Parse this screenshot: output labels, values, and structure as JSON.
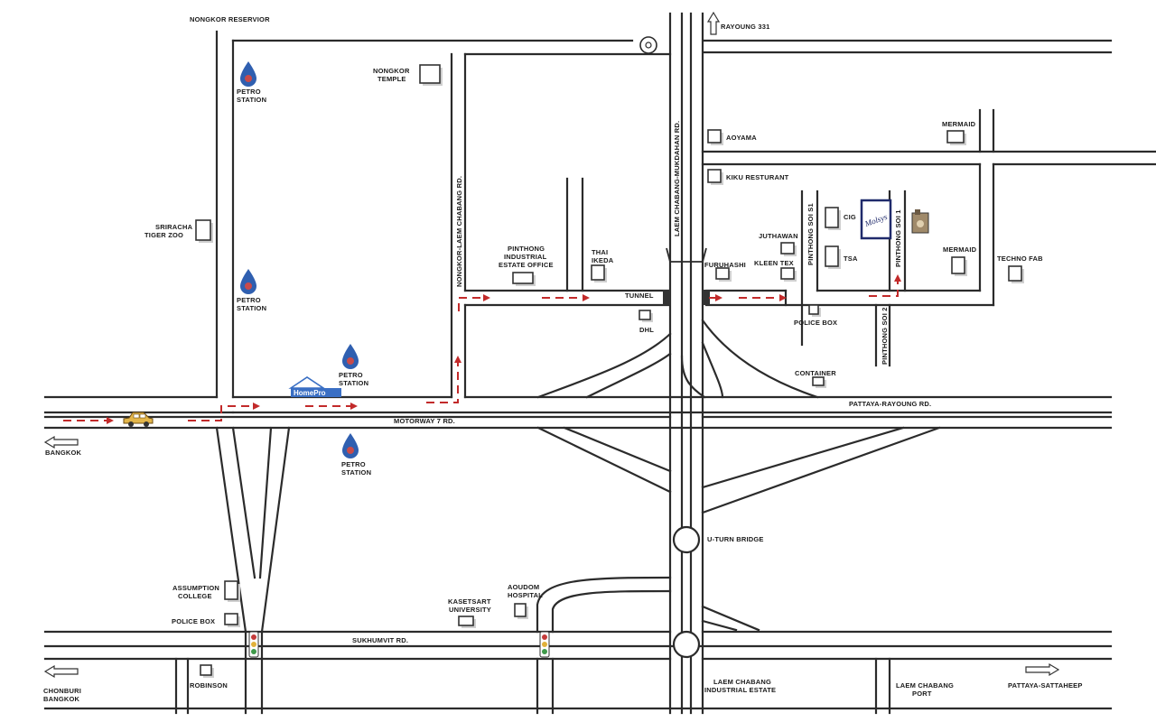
{
  "labels": {
    "nongkor_reservoir": "NONGKOR RESERVIOR",
    "rayoung331": "RAYOUNG 331",
    "petro1": [
      "PETRO",
      "STATION"
    ],
    "petro2": [
      "PETRO",
      "STATION"
    ],
    "petro3": [
      "PETRO",
      "STATION"
    ],
    "petro4": [
      "PETRO",
      "STATION"
    ],
    "nongkor_temple": [
      "NONGKOR",
      "TEMPLE"
    ],
    "sriracha_zoo": [
      "SRIRACHA",
      "TIGER ZOO"
    ],
    "nongkor_road": "NONGKOR-LAEM CHABANG RD.",
    "pinthong_office": [
      "PINTHONG",
      "INDUSTRIAL",
      "ESTATE OFFICE"
    ],
    "thai_ikeda": [
      "THAI",
      "IKEDA"
    ],
    "tunnel": "TUNNEL",
    "dhl": "DHL",
    "laem_chabang_road": "LAEM CHABANG-MUKDAHAN RD.",
    "aoyama": "AOYAMA",
    "mermaid_top": "MERMAID",
    "kiku": "KIKU RESTURANT",
    "juthawan": "JUTHAWAN",
    "kleen_tex": "KLEEN TEX",
    "furuhashi": "FURUHASHI",
    "cig": "CIG",
    "tsa": "TSA",
    "soi_s1": "PINTHONG SOI S1",
    "soi_1": "PINTHONG SOI 1",
    "soi_2": "PINTHONG SOI 2",
    "mermaid_mid": "MERMAID",
    "techno_fab": "TECHNO FAB",
    "police_box_top": "POLICE BOX",
    "container": "CONTAINER",
    "pattaya_rayoung": "PATTAYA-RAYOUNG RD.",
    "motorway": "MOTORWAY 7 RD.",
    "bangkok": "BANGKOK",
    "homepro": "HomePro",
    "u_turn": "U-TURN BRIDGE",
    "assumption": [
      "ASSUMPTION",
      "COLLEGE"
    ],
    "police_box_bottom": "POLICE BOX",
    "kasetsart": [
      "KASETSART",
      "UNIVERSITY"
    ],
    "aoudom": [
      "AOUDOM",
      "HOSPITAL"
    ],
    "sukhumvit": "SUKHUMVIT RD.",
    "chonburi": [
      "CHONBURI",
      "BANGKOK"
    ],
    "robinson": "ROBINSON",
    "laem_chabang_estate": [
      "LAEM CHABANG",
      "INDUSTRIAL ESTATE"
    ],
    "laem_chabang_port": [
      "LAEM CHABANG",
      "PORT"
    ],
    "pattaya_sattaheep": "PATTAYA-SATTAHEEP",
    "logo": "Molsys"
  },
  "icons": {
    "fuel": "fuel-drop-icon",
    "car": "car-icon",
    "traffic_light": "traffic-light-icon",
    "direction_arrow": "arrow-icon"
  },
  "colors": {
    "route": "#c22a2a",
    "fuel": "#2f5fb0",
    "homepro": "#3a6fc4"
  }
}
